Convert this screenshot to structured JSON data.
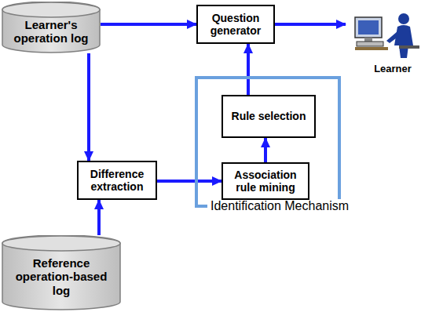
{
  "diagram": {
    "nodes": [
      {
        "text": [
          "Learner's operation log"
        ]
      },
      {
        "text": [
          "Question generator"
        ]
      },
      {
        "text": [
          "Learner"
        ]
      },
      {
        "text": [
          "Identification Mechanism"
        ]
      },
      {
        "text": [
          "Rule selection"
        ],
        "in": 3
      },
      {
        "text": [
          "Association rule mining"
        ],
        "in": 3
      },
      {
        "text": [
          "Difference extraction"
        ]
      },
      {
        "text": [
          "Reference operation-based log"
        ]
      }
    ],
    "edges": [
      {
        "from": 0,
        "to": 1,
        "arrow": "to"
      },
      {
        "from": 1,
        "to": 2,
        "arrow": "to"
      },
      {
        "from": 0,
        "to": 6,
        "arrow": "to"
      },
      {
        "from": 7,
        "to": 6,
        "arrow": "to"
      },
      {
        "from": 6,
        "to": 5,
        "arrow": "to"
      },
      {
        "from": 5,
        "to": 4,
        "arrow": "to"
      },
      {
        "from": 4,
        "to": 1,
        "arrow": "to"
      }
    ]
  }
}
